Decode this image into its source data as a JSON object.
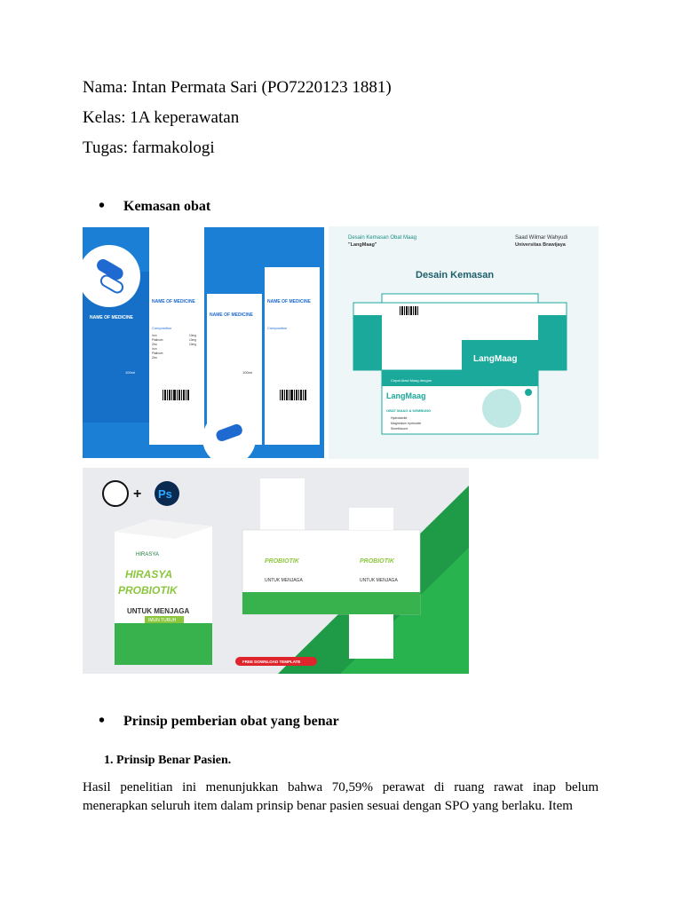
{
  "header": {
    "name_line": "Nama: Intan Permata Sari (PO7220123 1881)",
    "class_line": "Kelas: 1A keperawatan",
    "task_line": "Tugas: farmakologi"
  },
  "section1": {
    "title": "Kemasan obat"
  },
  "images": {
    "medicine_box": {
      "label_title": "NAME OF MEDICINE",
      "composition": "Composition",
      "ingredients": [
        "Iron",
        "Platinum",
        "Zinc",
        "Iron",
        "Platinum",
        "Zinc"
      ],
      "dose": "10mg",
      "volume": "100ml"
    },
    "langmaag": {
      "top_left": "Desain Kemasan Obat Maag",
      "top_left_sub": "\"LangMaag\"",
      "top_right": "Saad Wilmar Wahyudi",
      "top_right_sub": "Universitas Brawijaya",
      "title": "Desain Kemasan",
      "brand": "LangMaag",
      "subtitle": "OBAT MAAG & KEMBUNG",
      "ingredients": [
        "Hydrotalcite",
        "Magnesium hydroxide",
        "Simethicone"
      ],
      "tagline": "Cepat Atasi Maag dengan"
    },
    "hirasya": {
      "logo": "HIRASYA",
      "brand_line1": "HIRASYA",
      "brand_line2": "PROBIOTIK",
      "subtitle": "UNTUK MENJAGA",
      "badge": "IMUN TUBUH",
      "ps": "Ps",
      "free": "FREE DOWNLOAD TEMPLATE"
    }
  },
  "section2": {
    "title": "Prinsip pemberian obat yang benar"
  },
  "numbered1": {
    "label": "1.  Prinsip Benar Pasien."
  },
  "paragraph": "Hasil penelitian ini menunjukkan bahwa 70,59% perawat di ruang rawat inap belum menerapkan seluruh item dalam prinsip benar pasien sesuai dengan SPO yang berlaku. Item"
}
